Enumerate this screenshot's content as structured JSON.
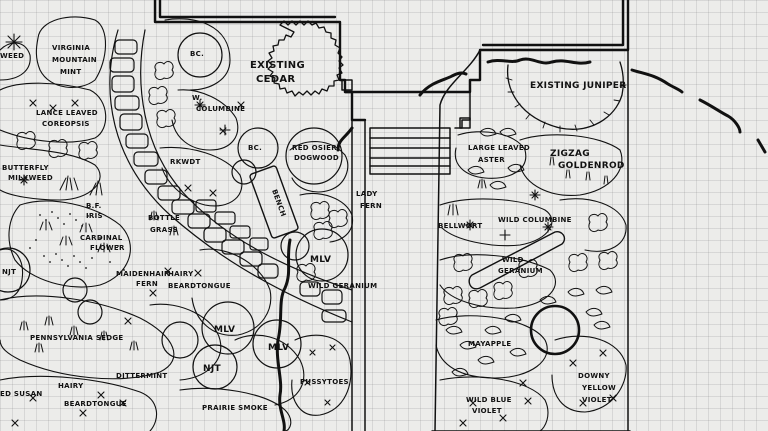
{
  "labels": {
    "virginia_mountain_mint_1": "VIRGINIA",
    "virginia_mountain_mint_2": "MOUNTAIN",
    "virginia_mountain_mint_3": "MINT",
    "weed_partial": "WEED",
    "lance_leaved_coreopsis_1": "LANCE LEAVED",
    "lance_leaved_coreopsis_2": "COREOPSIS",
    "butterfly_milkweed_1": "BUTTERFLY",
    "butterfly_milkweed_2": "MILKWEED",
    "bf_iris_1": "B.F.",
    "bf_iris_2": "IRIS",
    "cardinal_flower_1": "CARDINAL",
    "cardinal_flower_2": "FLOWER",
    "njt_1": "NJT",
    "bc_1": "BC.",
    "w_columbine_1": "W.",
    "w_columbine_2": "COLUMBINE",
    "rkw_1": "RKWDT",
    "bc_2": "BC.",
    "existing_cedar_1": "EXISTING",
    "existing_cedar_2": "CEDAR",
    "red_osier_dogwood_1": "RED OSIER",
    "red_osier_dogwood_2": "DOGWOOD",
    "bench": "BENCH",
    "lady_fern_1": "LADY",
    "lady_fern_2": "FERN",
    "bottlebrush_grass_1": "BOTTLE",
    "bottlebrush_grass_2": "GRASS",
    "maidenhair_fern_1": "MAIDENHAIR",
    "maidenhair_fern_2": "FERN",
    "hairy_beardtongue_1": "HAIRY",
    "hairy_beardtongue_2": "BEARDTONGUE",
    "mlv_1": "MLV",
    "wild_geranium_1": "WILD GERANIUM",
    "mlv_2": "MLV",
    "mlv_3": "MLV",
    "njt_2": "NJT",
    "pennsylvania_sedge": "PENNSYLVANIA SEDGE",
    "dittermint": "DITTERMINT",
    "hairy_beardtongue_3": "HAIRY",
    "hairy_beardtongue_4": "BEARDTONGUE",
    "prairie_smoke": "PRAIRIE SMOKE",
    "pussytoes": "PUSSYTOES",
    "ed_susan": "ED SUSAN",
    "existing_juniper": "EXISTING JUNIPER",
    "large_leaved_aster_1": "LARGE LEAVED",
    "large_leaved_aster_2": "ASTER",
    "zigzag_goldenrod_1": "ZIGZAG",
    "zigzag_goldenrod_2": "GOLDENROD",
    "bellwort": "BELLWORT",
    "wild_columbine": "WILD COLUMBINE",
    "wild_geranium_2": "WILD",
    "wild_geranium_3": "GERANIUM",
    "mayapple": "MAYAPPLE",
    "downy_yellow_violet_1": "DOWNY",
    "downy_yellow_violet_2": "YELLOW",
    "downy_yellow_violet_3": "VIOLET",
    "wild_blue_violet_1": "WILD BLUE",
    "wild_blue_violet_2": "VIOLET"
  }
}
